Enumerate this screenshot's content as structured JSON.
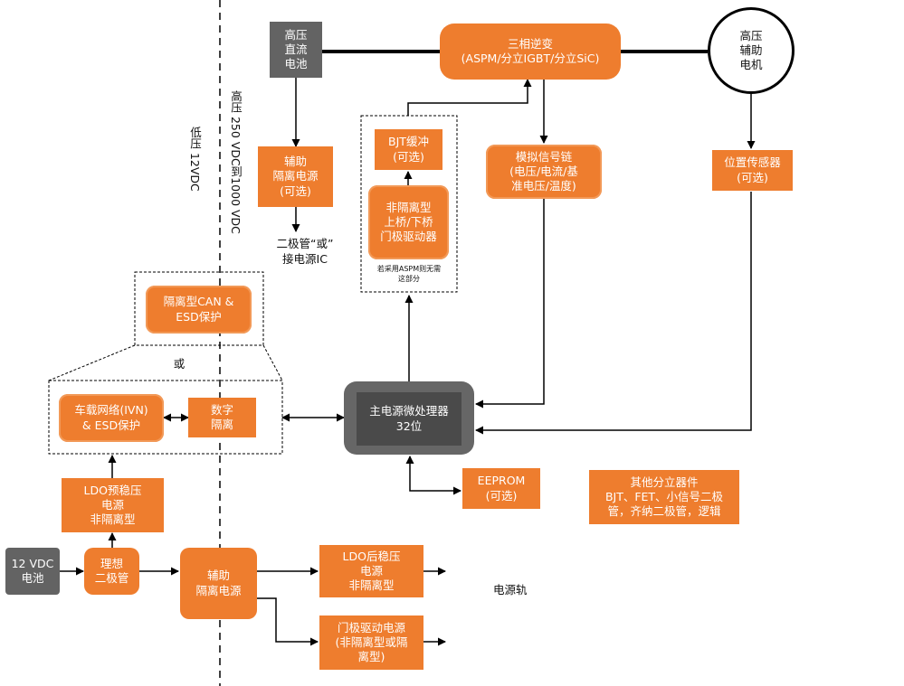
{
  "zones": {
    "low_voltage": "低压 12VDC",
    "high_voltage": "高压 250 VDC到1000 VDC"
  },
  "blocks": {
    "hv_battery": "高压\n直流\n电池",
    "inverter": "三相逆变\n(ASPM/分立IGBT/分立SiC)",
    "hv_aux_motor": "高压\n辅助\n电机",
    "aux_iso_supply_hv": "辅助\n隔离电源\n(可选)",
    "bjt_buffer": "BJT缓冲\n(可选)",
    "gate_driver_hv": "非隔离型\n上桥/下桥\n门极驱动器",
    "analog_chain": "模拟信号链\n(电压/电流/基\n准电压/温度)",
    "position_sensor": "位置传感器\n(可选)",
    "isolated_can": "隔离型CAN &\nESD保护",
    "ivn": "车载网络(IVN)\n& ESD保护",
    "digital_isolation": "数字\n隔离",
    "mcu": "主电源微处理器\n32位",
    "eeprom": "EEPROM\n(可选)",
    "discretes": "其他分立器件\nBJT、FET、小信号二极\n管，齐纳二极管，逻辑",
    "ldo_pre": "LDO预稳压\n电源\n非隔离型",
    "lv_battery": "12 VDC\n电池",
    "ideal_diode": "理想\n二极管",
    "aux_iso_supply_lv": "辅助\n隔离电源",
    "ldo_post": "LDO后稳压\n电源\n非隔离型",
    "gate_drive_supply": "门极驱动电源\n(非隔离型或隔\n离型)"
  },
  "labels": {
    "diode_or_ic": "二极管“或”\n接电源IC",
    "aspm_note": "若采用ASPM则无需\n这部分",
    "or": "或",
    "power_rail": "电源轨"
  },
  "colors": {
    "accent": "#ee7d2e",
    "dark_gray": "#636363",
    "line": "#000000"
  }
}
